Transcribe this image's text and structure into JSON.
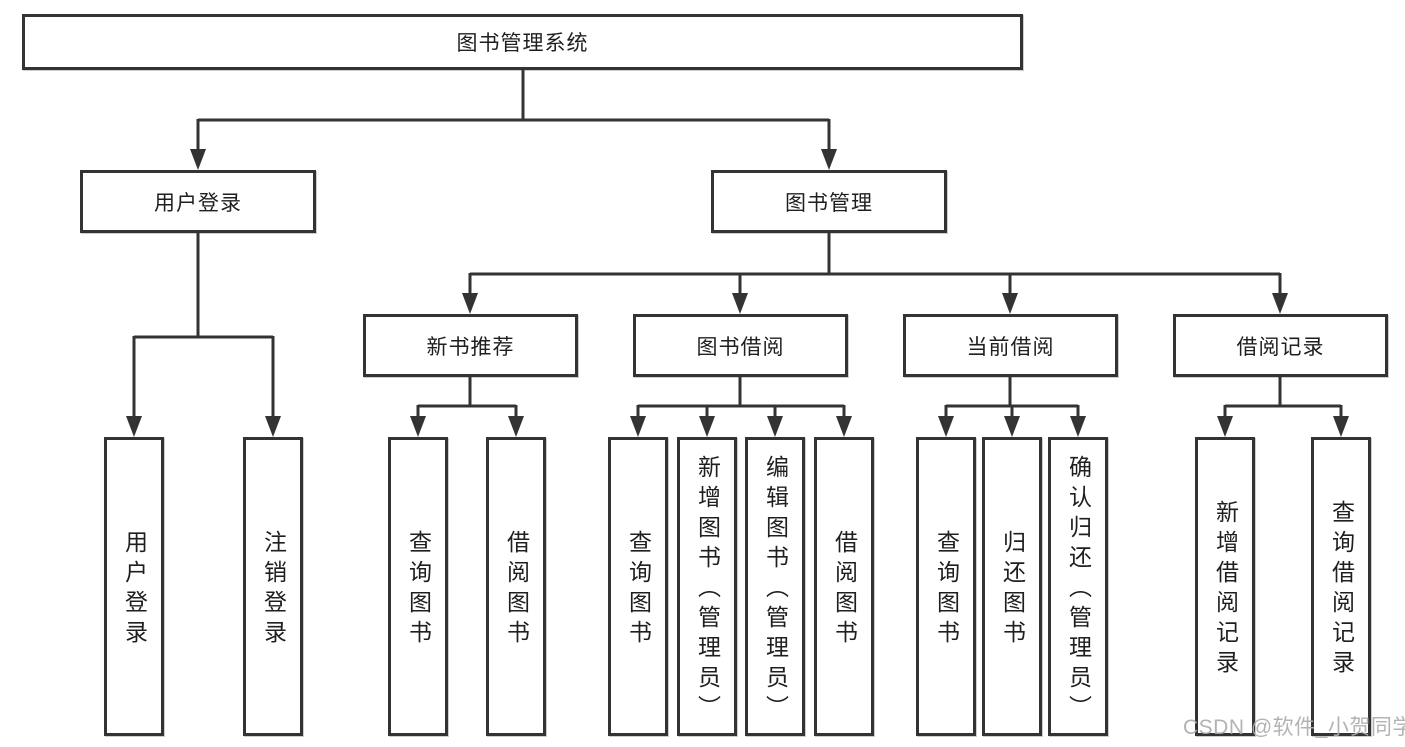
{
  "diagram_title": "图书管理系统",
  "colors": {
    "line": "#333333",
    "box_border": "#333333",
    "text": "#1f1f1f",
    "watermark": "#adadad",
    "background": "#ffffff"
  },
  "tree": {
    "root": {
      "label": "图书管理系统"
    },
    "user_login": {
      "label": "用户登录",
      "children": [
        {
          "label": "用户登录"
        },
        {
          "label": "注销登录"
        }
      ]
    },
    "book_mgmt": {
      "label": "图书管理",
      "children": [
        {
          "label": "新书推荐",
          "children": [
            {
              "label": "查询图书"
            },
            {
              "label": "借阅图书"
            }
          ]
        },
        {
          "label": "图书借阅",
          "children": [
            {
              "label": "查询图书"
            },
            {
              "label": "新增图书（管理员）"
            },
            {
              "label": "编辑图书（管理员）"
            },
            {
              "label": "借阅图书"
            }
          ]
        },
        {
          "label": "当前借阅",
          "children": [
            {
              "label": "查询图书"
            },
            {
              "label": "归还图书"
            },
            {
              "label": "确认归还（管理员）"
            }
          ]
        },
        {
          "label": "借阅记录",
          "children": [
            {
              "label": "新增借阅记录"
            },
            {
              "label": "查询借阅记录"
            }
          ]
        }
      ]
    }
  },
  "watermark": {
    "text": "CSDN @软件_小贺同学"
  }
}
